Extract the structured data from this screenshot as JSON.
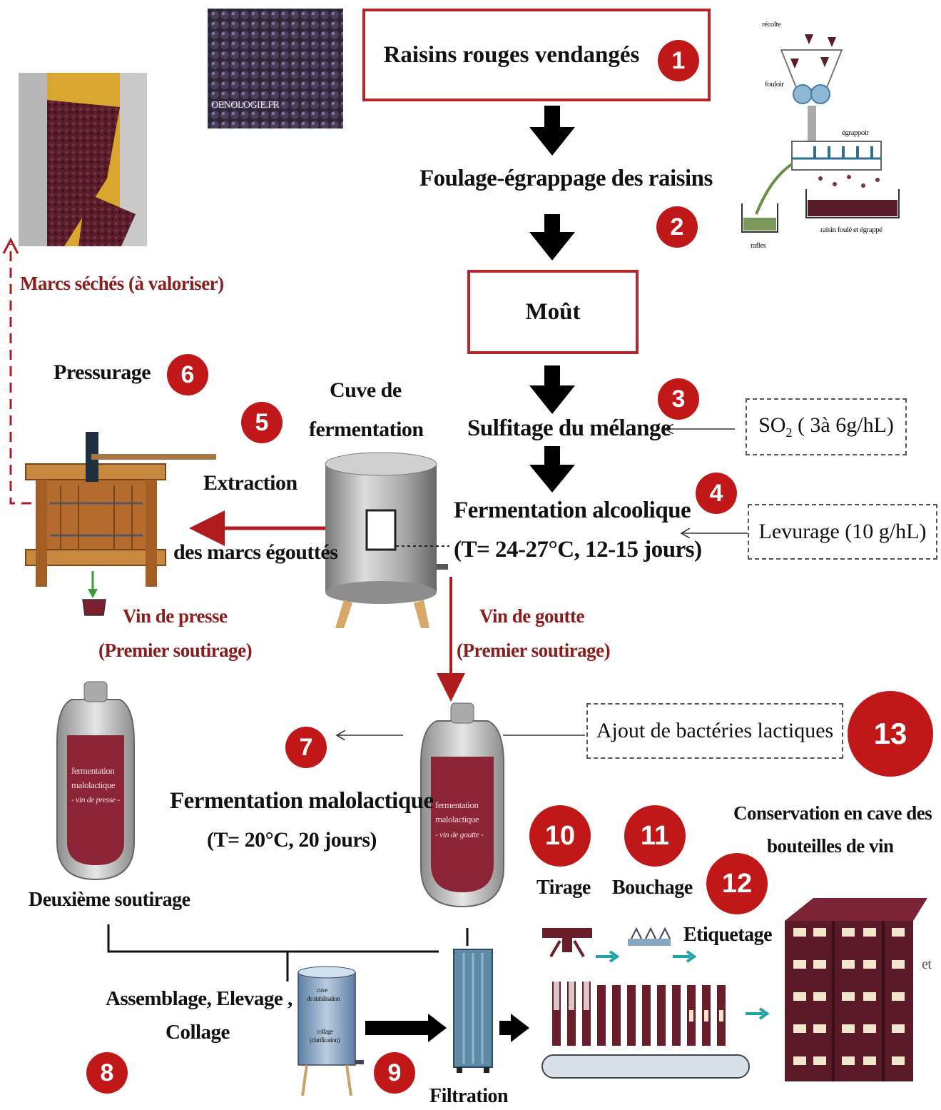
{
  "steps": {
    "s1": {
      "label": "Raisins rouges vendangés",
      "num": "1"
    },
    "s2": {
      "label": "Foulage-égrappage des raisins",
      "num": "2"
    },
    "must": {
      "label": "Moût"
    },
    "s3": {
      "label": "Sulfitage du mélange",
      "num": "3"
    },
    "s4": {
      "line1": "Fermentation alcoolique",
      "line2": "(T= 24-27°C, 12-15 jours)",
      "num": "4"
    },
    "s5": {
      "num": "5",
      "line1": "Extraction",
      "line2": "des marcs égouttés"
    },
    "s6": {
      "label": "Pressurage",
      "num": "6"
    },
    "s7": {
      "num": "7",
      "line1": "Fermentation malolactique",
      "line2": "(T= 20°C, 20 jours)"
    },
    "s8": {
      "num": "8",
      "line1": "Assemblage, Elevage ,",
      "line2": "Collage"
    },
    "s9": {
      "num": "9",
      "label": "Filtration"
    },
    "s10": {
      "num": "10",
      "label": "Tirage"
    },
    "s11": {
      "num": "11",
      "label": "Bouchage"
    },
    "s12": {
      "num": "12",
      "label": "Etiquetage"
    },
    "s13": {
      "num": "13",
      "line1": "Conservation en cave des",
      "line2": "bouteilles de vin"
    }
  },
  "inputs": {
    "so2": {
      "main": "SO",
      "sub": "2",
      "rest": " ( 3à 6g/hL)"
    },
    "yeast": "Levurage (10 g/hL)",
    "bacteria": "Ajout de bactéries  lactiques"
  },
  "tank_label": {
    "line1": "Cuve de",
    "line2": "fermentation"
  },
  "byproducts": {
    "marcs": "Marcs séchés (à valoriser)",
    "press_wine": {
      "line1": "Vin de presse",
      "line2": "(Premier soutirage)"
    },
    "drop_wine": {
      "line1": "Vin de goutte",
      "line2": "(Premier soutirage)"
    },
    "second_racking": "Deuxième soutirage"
  },
  "illustrations": {
    "grapes_watermark": "OENOLOGIE.FR",
    "crusher": {
      "harvest": "récolte",
      "crusher": "fouloir",
      "destemmer": "égrappoir",
      "stems": "rafles",
      "result": "raisin foulé et égrappé"
    },
    "vat_left": {
      "l1": "fermentation",
      "l2": "malolactique",
      "l3": "- vin de presse -"
    },
    "vat_right": {
      "l1": "fermentation",
      "l2": "malolactique",
      "l3": "- vin de goutte -"
    },
    "stab_tank": {
      "l1": "cuve",
      "l2": "de stabilisation",
      "l3": "collage",
      "l4": "(clarification)"
    },
    "edge_mark": "et"
  },
  "colors": {
    "badge": "#c01818",
    "frame": "#b3262c",
    "arrow_red": "#b01c1c",
    "wine": "#7a1f2e"
  }
}
